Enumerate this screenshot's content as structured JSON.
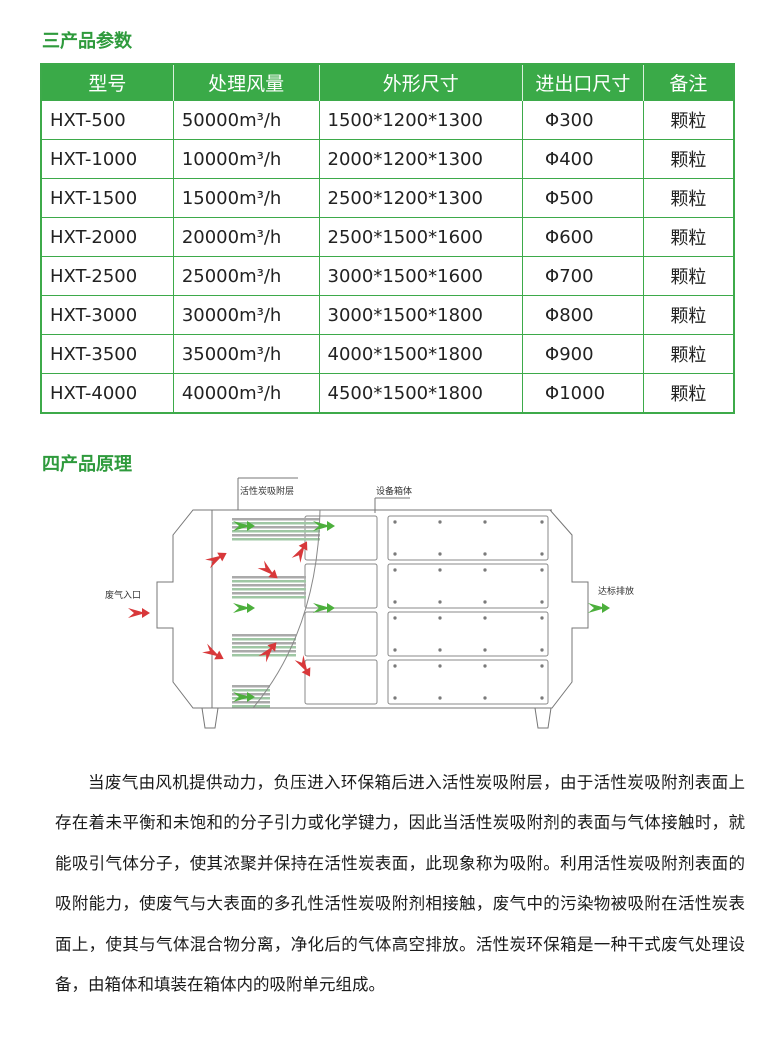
{
  "section3_title": "三产品参数",
  "table": {
    "headers": [
      "型号",
      "处理风量",
      "外形尺寸",
      "进出口尺寸",
      "备注"
    ],
    "rows": [
      [
        "HXT-500",
        "50000m³/h",
        "1500*1200*1300",
        "Φ300",
        "颗粒"
      ],
      [
        "HXT-1000",
        "10000m³/h",
        "2000*1200*1300",
        "Φ400",
        "颗粒"
      ],
      [
        "HXT-1500",
        "15000m³/h",
        "2500*1200*1300",
        "Φ500",
        "颗粒"
      ],
      [
        "HXT-2000",
        "20000m³/h",
        "2500*1500*1600",
        "Φ600",
        "颗粒"
      ],
      [
        "HXT-2500",
        "25000m³/h",
        "3000*1500*1600",
        "Φ700",
        "颗粒"
      ],
      [
        "HXT-3000",
        "30000m³/h",
        "3000*1500*1800",
        "Φ800",
        "颗粒"
      ],
      [
        "HXT-3500",
        "35000m³/h",
        "4000*1500*1800",
        "Φ900",
        "颗粒"
      ],
      [
        "HXT-4000",
        "40000m³/h",
        "4500*1500*1800",
        "Φ1000",
        "颗粒"
      ]
    ]
  },
  "section4_title": "四产品原理",
  "diagram": {
    "carbon_layer": "活性炭吸附层",
    "box": "设备箱体",
    "inlet": "废气入口",
    "outlet": "达标排放"
  },
  "paragraph": "当废气由风机提供动力，负压进入环保箱后进入活性炭吸附层，由于活性炭吸附剂表面上存在着未平衡和未饱和的分子引力或化学键力，因此当活性炭吸附剂的表面与气体接触时，就能吸引气体分子，使其浓聚并保持在活性炭表面，此现象称为吸附。利用活性炭吸附剂表面的吸附能力，使废气与大表面的多孔性活性炭吸附剂相接触，废气中的污染物被吸附在活性炭表面上，使其与气体混合物分离，净化后的气体高空排放。活性炭环保箱是一种干式废气处理设备，由箱体和填装在箱体内的吸附单元组成。"
}
